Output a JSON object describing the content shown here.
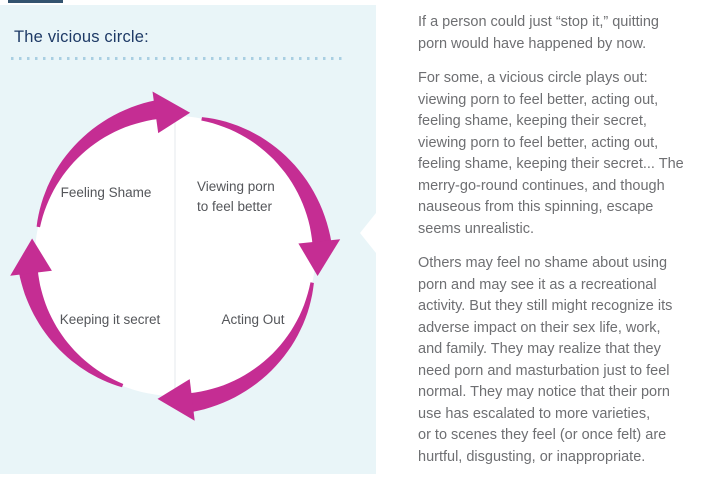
{
  "page": {
    "background": "#ffffff",
    "top_fragment_color": "#33536f"
  },
  "panel": {
    "background": "#e9f5f8",
    "title": "The vicious circle:",
    "title_color": "#1e3a66",
    "dots_color": "#a9cfe2"
  },
  "diagram": {
    "arrow_color": "#c52d93",
    "circle_fill": "#ffffff",
    "seam_color": "#eef1f3",
    "label_color": "#54565a",
    "labels": [
      {
        "id": "viewing-porn",
        "text": "Viewing porn\nto feel better"
      },
      {
        "id": "acting-out",
        "text": "Acting Out"
      },
      {
        "id": "feeling-shame",
        "text": "Feeling Shame"
      },
      {
        "id": "keeping-secret",
        "text": "Keeping it secret"
      }
    ]
  },
  "article": {
    "text_color": "#6e6f72",
    "paragraphs": [
      {
        "text": "If a person could just “stop it,” quitting\nporn would have happened by now."
      },
      {
        "text": "For some, a vicious circle plays out:\nviewing porn to feel better, acting out,\nfeeling shame, keeping their secret,\nviewing porn to feel better, acting out,\nfeeling shame, keeping their secret... The\nmerry-go-round continues, and though\nnauseous from this spinning, escape\nseems unrealistic."
      },
      {
        "text": "Others may feel no shame about using\nporn and may see it as a recreational\nactivity. But they still might recognize its\nadverse impact on their sex life, work,\nand family. They may realize that they\nneed porn and masturbation just to feel\nnormal. They may notice that their porn\nuse has escalated to more varieties,\nor to scenes they feel (or once felt) are\nhurtful, disgusting, or inappropriate."
      }
    ]
  }
}
